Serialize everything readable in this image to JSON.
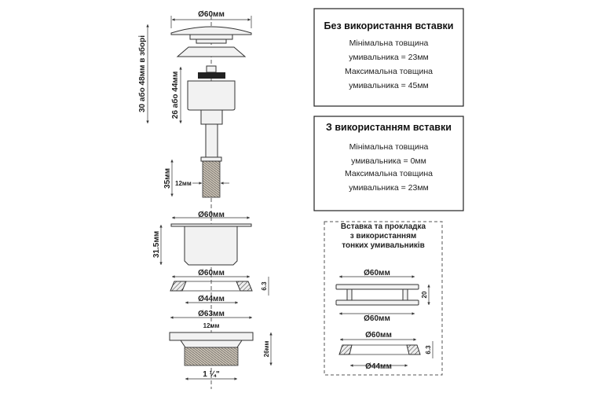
{
  "dimensions": {
    "cap_diameter": "Ø60мм",
    "assembled_height": "30 або 48мм в зборі",
    "mechanism_height": "26 або 44мм",
    "thread_length": "35мм",
    "rod_thread": "12мм",
    "strainer_diameter": "Ø60мм",
    "strainer_height": "31.5мм",
    "gasket_outer": "Ø60мм",
    "gasket_inner": "Ø44мм",
    "gasket_thickness": "6.3",
    "nut_diameter": "Ø63мм",
    "nut_hole": "12мм",
    "nut_height": "26мм",
    "nut_thread": "1 ¼\""
  },
  "box_without_insert": {
    "title": "Без використання вставки",
    "line1": "Мінімальна товщина",
    "line2": "умивальника = 23мм",
    "line3": "Максимальна товщина",
    "line4": "умивальника = 45мм"
  },
  "box_with_insert": {
    "title": "З використанням вставки",
    "line1": "Мінімальна товщина",
    "line2": "умивальника = 0мм",
    "line3": "Максимальна товщина",
    "line4": "умивальника = 23мм"
  },
  "insert_box": {
    "title1": "Вставка та прокладка",
    "title2": "з використанням",
    "title3": "тонких умивальників",
    "insert_top": "Ø60мм",
    "insert_bottom": "Ø60мм",
    "insert_height": "20",
    "gasket_outer": "Ø60мм",
    "gasket_inner": "Ø44мм",
    "gasket_thickness": "6.3"
  }
}
